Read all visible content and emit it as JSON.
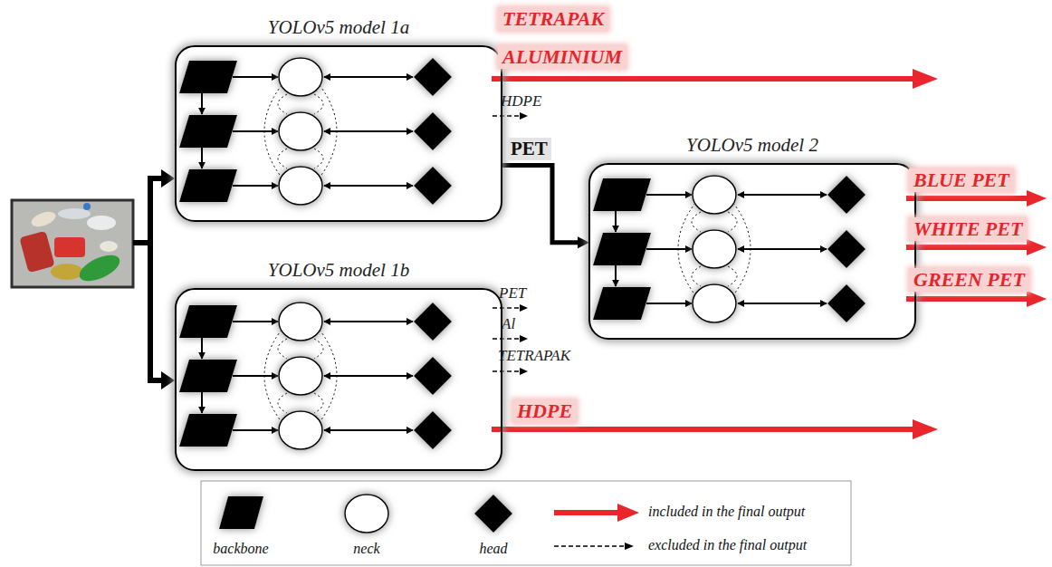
{
  "diagram": {
    "nodes": [
      {
        "text": [
          "YOLOv5 model 1a"
        ]
      },
      {
        "text": [
          "YOLOv5 model 1b"
        ]
      },
      {
        "text": [
          "YOLOv5 model 2"
        ]
      }
    ],
    "edges": [
      {
        "from": 0,
        "to": 2,
        "label": "PET",
        "arrow": "to"
      }
    ],
    "labels": [
      "TETRAPAK",
      "ALUMINIUM",
      "HDPE",
      "BLUE PET",
      "WHITE PET",
      "GREEN PET",
      "PET",
      "Al",
      "TETRAPAK",
      "HDPE"
    ],
    "legend": [
      {
        "text": "backbone"
      },
      {
        "text": "neck"
      },
      {
        "text": "head"
      },
      {
        "text": "included in the final output"
      },
      {
        "text": "excluded in the final output"
      }
    ]
  }
}
